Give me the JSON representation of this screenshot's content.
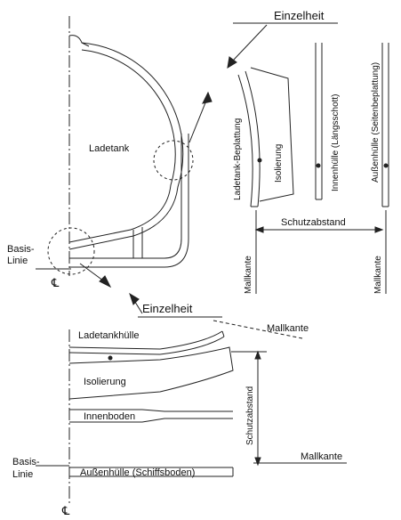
{
  "labels": {
    "einzelheit_top": "Einzelheit",
    "einzelheit_bottom": "Einzelheit",
    "ladetank": "Ladetank",
    "basis_linie_top": "Basis-\nLinie",
    "basis_linie_bottom": "Basis-\nLinie",
    "centerline_symbol": "℄",
    "ladetank_beplattung": "Ladetank-Beplattung",
    "isolierung_right": "Isolierung",
    "innenhuelle": "Innenhülle (Längsschott)",
    "aussenhuelle_right": "Außenhülle (Seitenbeplattung)",
    "schutzabstand_right": "Schutzabstand",
    "mallkante_left": "Mallkante",
    "mallkante_right": "Mallkante",
    "mallkante_curve": "Mallkante",
    "ladetankhuelle": "Ladetankhülle",
    "isolierung_bottom": "Isolierung",
    "innenboden": "Innenboden",
    "schutzabstand_bottom": "Schutzabstand",
    "mallkante_bottom": "Mallkante",
    "aussenhuelle_bottom": "Außenhülle (Schiffsboden)"
  }
}
